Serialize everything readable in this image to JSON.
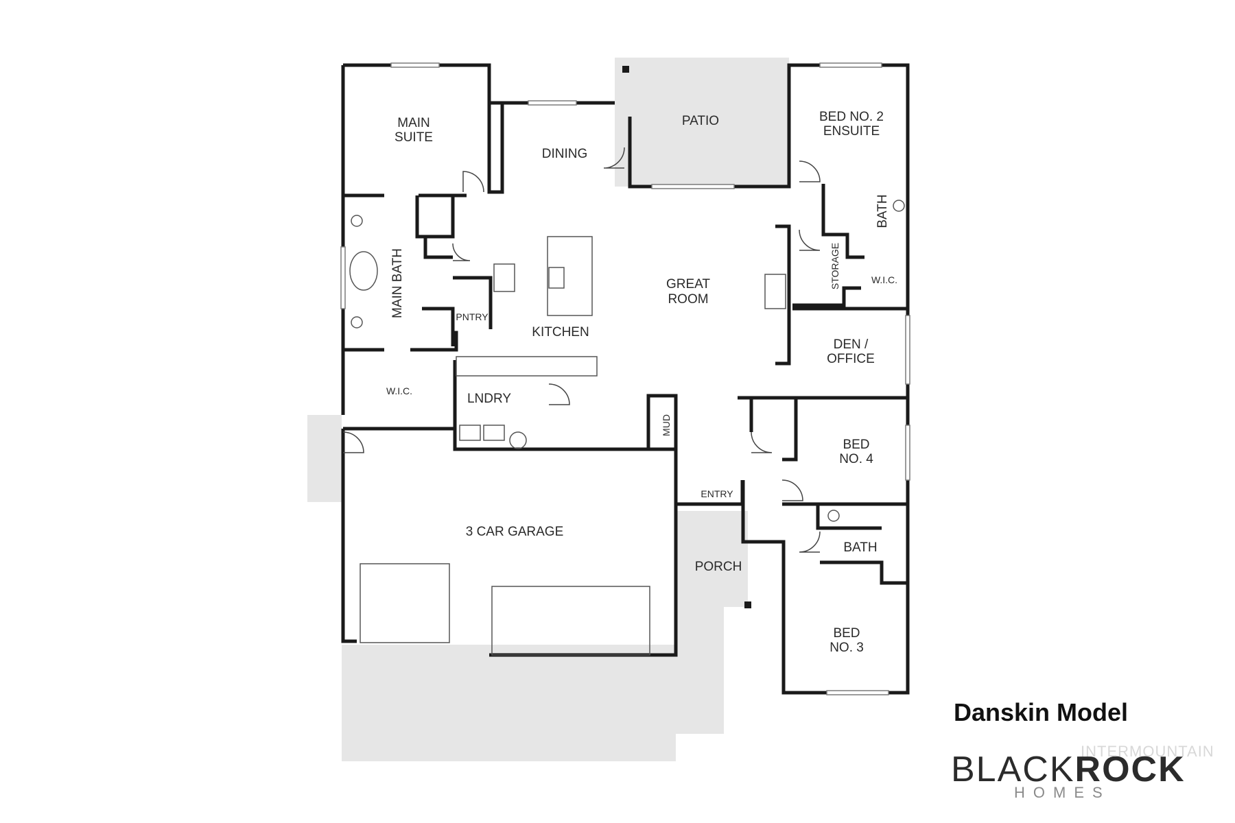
{
  "colors": {
    "wall": "#1a1a1a",
    "hardscape": "#e6e6e6",
    "fixture": "#555555"
  },
  "rooms": {
    "main_suite_1": "MAIN",
    "main_suite_2": "SUITE",
    "dining": "DINING",
    "patio": "PATIO",
    "bed2_1": "BED NO. 2",
    "bed2_2": "ENSUITE",
    "main_bath": "MAIN BATH",
    "great_room_1": "GREAT",
    "great_room_2": "ROOM",
    "kitchen": "KITCHEN",
    "pntry": "PNTRY",
    "storage": "STORAGE",
    "bath_upper": "BATH",
    "wic_right": "W.I.C.",
    "wic_left": "W.I.C.",
    "lndry": "LNDRY",
    "den_1": "DEN /",
    "den_2": "OFFICE",
    "mud": "MUD",
    "bed4_1": "BED",
    "bed4_2": "NO. 4",
    "entry": "ENTRY",
    "garage": "3 CAR GARAGE",
    "porch": "PORCH",
    "bath_lower": "BATH",
    "bed3_1": "BED",
    "bed3_2": "NO. 3"
  },
  "branding": {
    "model_name": "Danskin Model",
    "brand_thin": "BLACK",
    "brand_bold": "ROCK",
    "brand_sub": "HOMES",
    "watermark": "INTERMOUNTAIN"
  }
}
